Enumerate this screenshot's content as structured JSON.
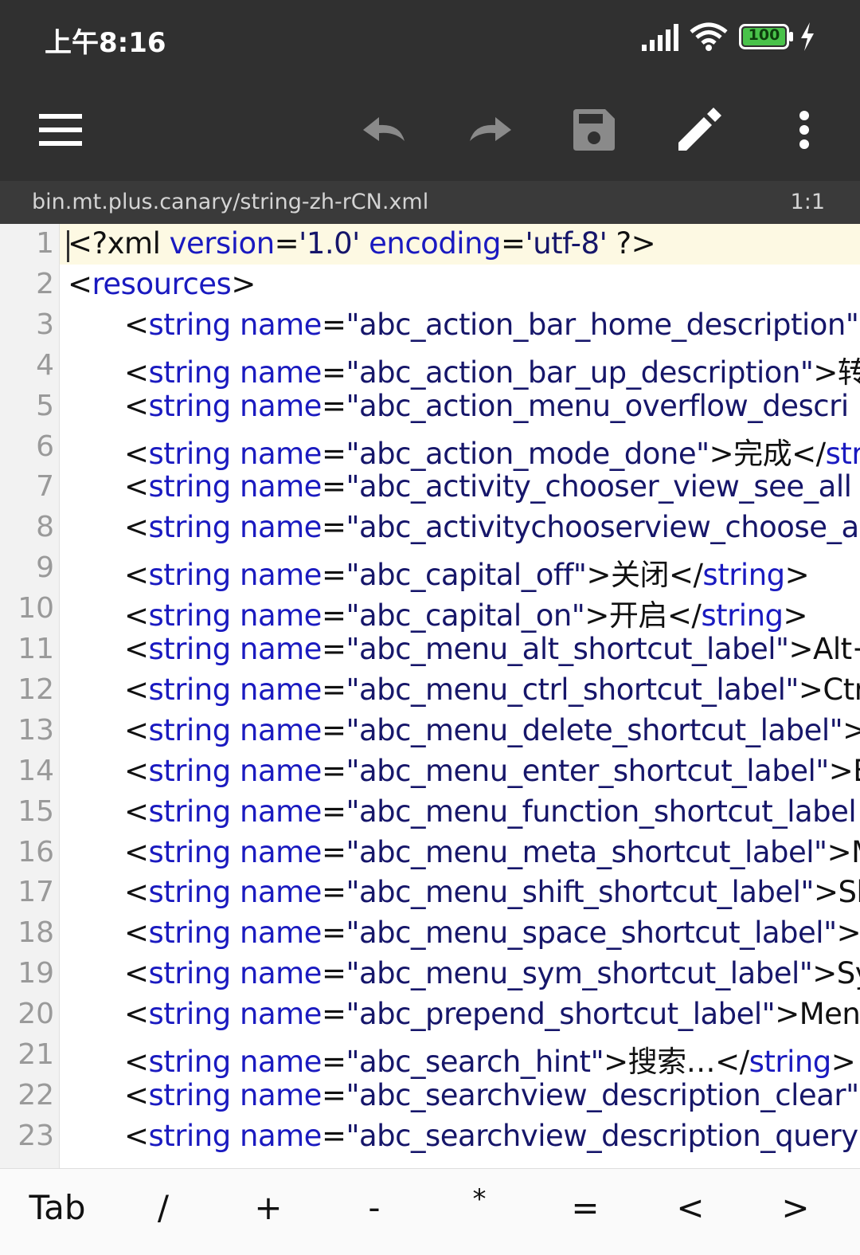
{
  "status_bar": {
    "time": "上午8:16",
    "battery": "100",
    "icons": [
      "signal-icon",
      "wifi-icon",
      "battery-icon",
      "charging-icon"
    ]
  },
  "toolbar": {
    "buttons": [
      "menu-icon",
      "undo-icon",
      "redo-icon",
      "save-icon",
      "edit-icon",
      "more-icon"
    ],
    "colors": {
      "active": "#ffffff",
      "disabled": "#8a8a8a",
      "background": "#303030"
    }
  },
  "path_bar": {
    "file_path": "bin.mt.plus.canary/string-zh-rCN.xml",
    "cursor_position": "1:1"
  },
  "editor": {
    "lines": [
      {
        "n": "1",
        "parts": [
          [
            "punc",
            "<?xml "
          ],
          [
            "attr",
            "version"
          ],
          [
            "punc",
            "="
          ],
          [
            "val",
            "'1.0' "
          ],
          [
            "attr",
            "encoding"
          ],
          [
            "punc",
            "="
          ],
          [
            "val",
            "'utf-8' "
          ],
          [
            "punc",
            "?>"
          ]
        ]
      },
      {
        "n": "2",
        "parts": [
          [
            "punc",
            "<"
          ],
          [
            "tag",
            "resources"
          ],
          [
            "punc",
            ">"
          ]
        ]
      },
      {
        "n": "3",
        "parts": [
          [
            "punc",
            "<"
          ],
          [
            "tag",
            "string "
          ],
          [
            "attr",
            "name"
          ],
          [
            "punc",
            "="
          ],
          [
            "val",
            "\"abc_action_bar_home_description\""
          ]
        ]
      },
      {
        "n": "4",
        "parts": [
          [
            "punc",
            "<"
          ],
          [
            "tag",
            "string "
          ],
          [
            "attr",
            "name"
          ],
          [
            "punc",
            "="
          ],
          [
            "val",
            "\"abc_action_bar_up_description\""
          ],
          [
            "punc",
            ">转"
          ]
        ]
      },
      {
        "n": "5",
        "parts": [
          [
            "punc",
            "<"
          ],
          [
            "tag",
            "string "
          ],
          [
            "attr",
            "name"
          ],
          [
            "punc",
            "="
          ],
          [
            "val",
            "\"abc_action_menu_overflow_descri"
          ]
        ]
      },
      {
        "n": "6",
        "parts": [
          [
            "punc",
            "<"
          ],
          [
            "tag",
            "string "
          ],
          [
            "attr",
            "name"
          ],
          [
            "punc",
            "="
          ],
          [
            "val",
            "\"abc_action_mode_done\""
          ],
          [
            "punc",
            ">完成</"
          ],
          [
            "tag",
            "str"
          ]
        ]
      },
      {
        "n": "7",
        "parts": [
          [
            "punc",
            "<"
          ],
          [
            "tag",
            "string "
          ],
          [
            "attr",
            "name"
          ],
          [
            "punc",
            "="
          ],
          [
            "val",
            "\"abc_activity_chooser_view_see_all"
          ]
        ]
      },
      {
        "n": "8",
        "parts": [
          [
            "punc",
            "<"
          ],
          [
            "tag",
            "string "
          ],
          [
            "attr",
            "name"
          ],
          [
            "punc",
            "="
          ],
          [
            "val",
            "\"abc_activitychooserview_choose_a"
          ]
        ]
      },
      {
        "n": "9",
        "parts": [
          [
            "punc",
            "<"
          ],
          [
            "tag",
            "string "
          ],
          [
            "attr",
            "name"
          ],
          [
            "punc",
            "="
          ],
          [
            "val",
            "\"abc_capital_off\""
          ],
          [
            "punc",
            ">关闭</"
          ],
          [
            "tag",
            "string"
          ],
          [
            "punc",
            ">"
          ]
        ]
      },
      {
        "n": "10",
        "parts": [
          [
            "punc",
            "<"
          ],
          [
            "tag",
            "string "
          ],
          [
            "attr",
            "name"
          ],
          [
            "punc",
            "="
          ],
          [
            "val",
            "\"abc_capital_on\""
          ],
          [
            "punc",
            ">开启</"
          ],
          [
            "tag",
            "string"
          ],
          [
            "punc",
            ">"
          ]
        ]
      },
      {
        "n": "11",
        "parts": [
          [
            "punc",
            "<"
          ],
          [
            "tag",
            "string "
          ],
          [
            "attr",
            "name"
          ],
          [
            "punc",
            "="
          ],
          [
            "val",
            "\"abc_menu_alt_shortcut_label\""
          ],
          [
            "punc",
            ">Alt+"
          ]
        ]
      },
      {
        "n": "12",
        "parts": [
          [
            "punc",
            "<"
          ],
          [
            "tag",
            "string "
          ],
          [
            "attr",
            "name"
          ],
          [
            "punc",
            "="
          ],
          [
            "val",
            "\"abc_menu_ctrl_shortcut_label\""
          ],
          [
            "punc",
            ">Ctr"
          ]
        ]
      },
      {
        "n": "13",
        "parts": [
          [
            "punc",
            "<"
          ],
          [
            "tag",
            "string "
          ],
          [
            "attr",
            "name"
          ],
          [
            "punc",
            "="
          ],
          [
            "val",
            "\"abc_menu_delete_shortcut_label\""
          ],
          [
            "punc",
            ">"
          ]
        ]
      },
      {
        "n": "14",
        "parts": [
          [
            "punc",
            "<"
          ],
          [
            "tag",
            "string "
          ],
          [
            "attr",
            "name"
          ],
          [
            "punc",
            "="
          ],
          [
            "val",
            "\"abc_menu_enter_shortcut_label\""
          ],
          [
            "punc",
            ">E"
          ]
        ]
      },
      {
        "n": "15",
        "parts": [
          [
            "punc",
            "<"
          ],
          [
            "tag",
            "string "
          ],
          [
            "attr",
            "name"
          ],
          [
            "punc",
            "="
          ],
          [
            "val",
            "\"abc_menu_function_shortcut_label"
          ]
        ]
      },
      {
        "n": "16",
        "parts": [
          [
            "punc",
            "<"
          ],
          [
            "tag",
            "string "
          ],
          [
            "attr",
            "name"
          ],
          [
            "punc",
            "="
          ],
          [
            "val",
            "\"abc_menu_meta_shortcut_label\""
          ],
          [
            "punc",
            ">M"
          ]
        ]
      },
      {
        "n": "17",
        "parts": [
          [
            "punc",
            "<"
          ],
          [
            "tag",
            "string "
          ],
          [
            "attr",
            "name"
          ],
          [
            "punc",
            "="
          ],
          [
            "val",
            "\"abc_menu_shift_shortcut_label\""
          ],
          [
            "punc",
            ">Sh"
          ]
        ]
      },
      {
        "n": "18",
        "parts": [
          [
            "punc",
            "<"
          ],
          [
            "tag",
            "string "
          ],
          [
            "attr",
            "name"
          ],
          [
            "punc",
            "="
          ],
          [
            "val",
            "\"abc_menu_space_shortcut_label\""
          ],
          [
            "punc",
            ">"
          ]
        ]
      },
      {
        "n": "19",
        "parts": [
          [
            "punc",
            "<"
          ],
          [
            "tag",
            "string "
          ],
          [
            "attr",
            "name"
          ],
          [
            "punc",
            "="
          ],
          [
            "val",
            "\"abc_menu_sym_shortcut_label\""
          ],
          [
            "punc",
            ">Sy"
          ]
        ]
      },
      {
        "n": "20",
        "parts": [
          [
            "punc",
            "<"
          ],
          [
            "tag",
            "string "
          ],
          [
            "attr",
            "name"
          ],
          [
            "punc",
            "="
          ],
          [
            "val",
            "\"abc_prepend_shortcut_label\""
          ],
          [
            "punc",
            ">Men"
          ]
        ]
      },
      {
        "n": "21",
        "parts": [
          [
            "punc",
            "<"
          ],
          [
            "tag",
            "string "
          ],
          [
            "attr",
            "name"
          ],
          [
            "punc",
            "="
          ],
          [
            "val",
            "\"abc_search_hint\""
          ],
          [
            "punc",
            ">搜索…</"
          ],
          [
            "tag",
            "string"
          ],
          [
            "punc",
            ">"
          ]
        ]
      },
      {
        "n": "22",
        "parts": [
          [
            "punc",
            "<"
          ],
          [
            "tag",
            "string "
          ],
          [
            "attr",
            "name"
          ],
          [
            "punc",
            "="
          ],
          [
            "val",
            "\"abc_searchview_description_clear\""
          ]
        ]
      },
      {
        "n": "23",
        "parts": [
          [
            "punc",
            "<"
          ],
          [
            "tag",
            "string "
          ],
          [
            "attr",
            "name"
          ],
          [
            "punc",
            "="
          ],
          [
            "val",
            "\"abc_searchview_description_query"
          ]
        ]
      }
    ]
  },
  "key_bar": {
    "keys": [
      "Tab",
      "/",
      "+",
      "-",
      "*",
      "=",
      "<",
      ">"
    ]
  }
}
